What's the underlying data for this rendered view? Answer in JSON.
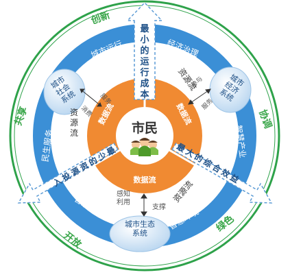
{
  "center": {
    "label": "市民"
  },
  "outer_words": {
    "innovation": "创新",
    "coordination": "协调",
    "green": "绿色",
    "openness": "开放",
    "sharing": "共享"
  },
  "blue_ring": {
    "city_operation": "城市运行",
    "economic_governance": "经济治理",
    "smart_industry": "智慧产业",
    "smart_environment": "智慧环境",
    "smart_energy": "智慧能源",
    "livelihood_service": "民生服务"
  },
  "systems": {
    "social": "城市社会系统",
    "economic": "城市经济系统",
    "ecology": "城市生态系统"
  },
  "resource_flow": "资源流",
  "data_flow": "数据流",
  "arrows": {
    "top": "最小的运行成本",
    "right": "最大的综合效益",
    "left": "最少的资源投入"
  },
  "side_labels": {
    "service": "服务",
    "consume": "消费",
    "participate": "参与",
    "sense_use": "感知利用",
    "support": "支撑"
  },
  "colors": {
    "outer_ring": "#ffffff",
    "outer_ring_stroke": "#2ea24a",
    "outer_text": "#3aa64a",
    "blue": "#3b8fd6",
    "orange": "#f08a32",
    "system_bubble": "#cfe3f5",
    "arrow_text": "#1d4f86"
  }
}
